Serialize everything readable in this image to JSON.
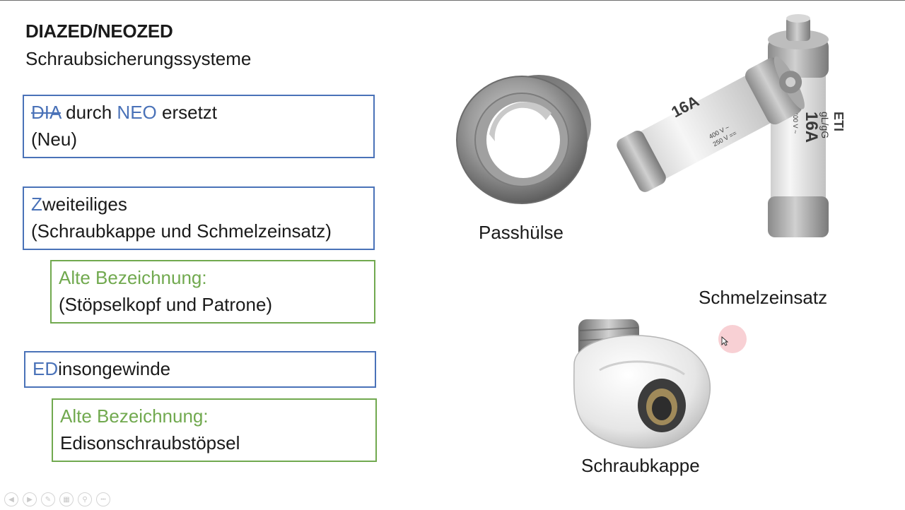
{
  "slide": {
    "title": "DIAZED/NEOZED",
    "subtitle": "Schraubsicherungssysteme"
  },
  "boxes": {
    "neo": {
      "strike": "DIA",
      "middle": " durch ",
      "accent": "NEO",
      "rest": " ersetzt",
      "line2": "(Neu)"
    },
    "zweiteiliges": {
      "accent": "Z",
      "rest": "weiteiliges",
      "line2": "(Schraubkappe und Schmelzeinsatz)"
    },
    "alt1": {
      "line1": "Alte Bezeichnung:",
      "line2": "(Stöpselkopf und Patrone)"
    },
    "edison": {
      "accent": "ED",
      "rest": "insongewinde"
    },
    "alt2": {
      "line1": "Alte Bezeichnung:",
      "line2": "Edisonschraubstöpsel"
    }
  },
  "images": {
    "passhuelse": {
      "label": "Passhülse"
    },
    "schmelzeinsatz": {
      "label": "Schmelzeinsatz",
      "fuse_front": {
        "rating": "16A",
        "voltage1": "400 V ~",
        "voltage2": "250 V =="
      },
      "fuse_back": {
        "rating": "16A",
        "brand": "ETI",
        "type": "gL/gG",
        "voltage": "400 V ~"
      }
    },
    "schraubkappe": {
      "label": "Schraubkappe"
    }
  },
  "colors": {
    "blue": "#4a72b8",
    "green": "#71a94f"
  },
  "nav": {
    "icons": [
      "prev-icon",
      "next-icon",
      "pen-icon",
      "slides-icon",
      "zoom-icon",
      "more-icon"
    ],
    "more_label": "•••"
  }
}
